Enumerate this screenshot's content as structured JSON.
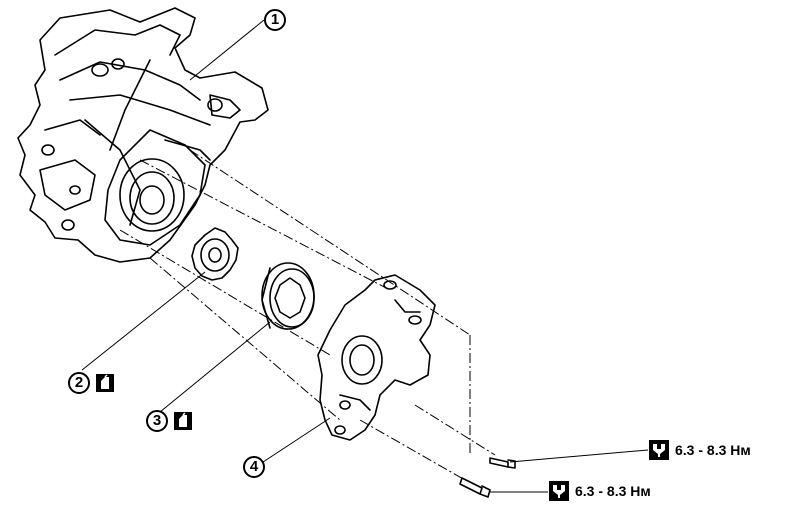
{
  "callouts": {
    "c1": "1",
    "c2": "2",
    "c3": "3",
    "c4": "4"
  },
  "torque": {
    "upper": "6.3 - 8.3 Нм",
    "lower": "6.3 - 8.3 Нм"
  },
  "icons": {
    "oil": "oil-can-icon",
    "torque": "torque-wrench-icon"
  },
  "colors": {
    "line": "#000000",
    "background": "#ffffff"
  }
}
